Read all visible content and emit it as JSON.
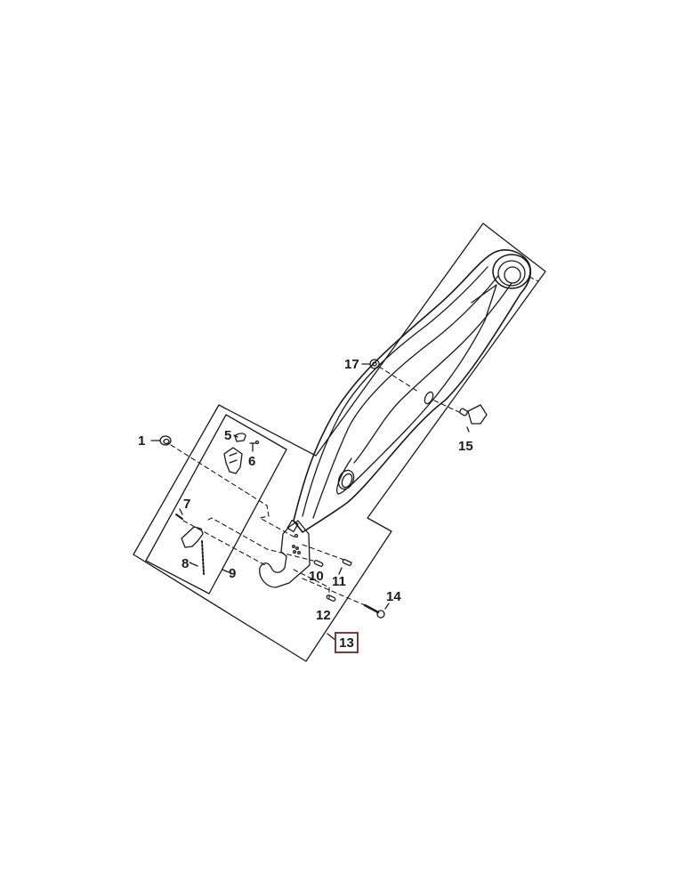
{
  "diagram": {
    "type": "exploded-parts-diagram",
    "subject": "lower link arm assembly with hook end",
    "highlighted_callout": "13",
    "highlight_color": "#7a3b3b",
    "line_color": "#1a1a1a"
  },
  "callouts": [
    {
      "id": "1",
      "label": "1"
    },
    {
      "id": "5",
      "label": "5"
    },
    {
      "id": "6",
      "label": "6"
    },
    {
      "id": "7",
      "label": "7"
    },
    {
      "id": "8",
      "label": "8"
    },
    {
      "id": "9",
      "label": "9"
    },
    {
      "id": "10",
      "label": "10"
    },
    {
      "id": "11",
      "label": "11"
    },
    {
      "id": "12",
      "label": "12"
    },
    {
      "id": "13",
      "label": "13"
    },
    {
      "id": "14",
      "label": "14"
    },
    {
      "id": "15",
      "label": "15"
    },
    {
      "id": "17",
      "label": "17"
    }
  ]
}
